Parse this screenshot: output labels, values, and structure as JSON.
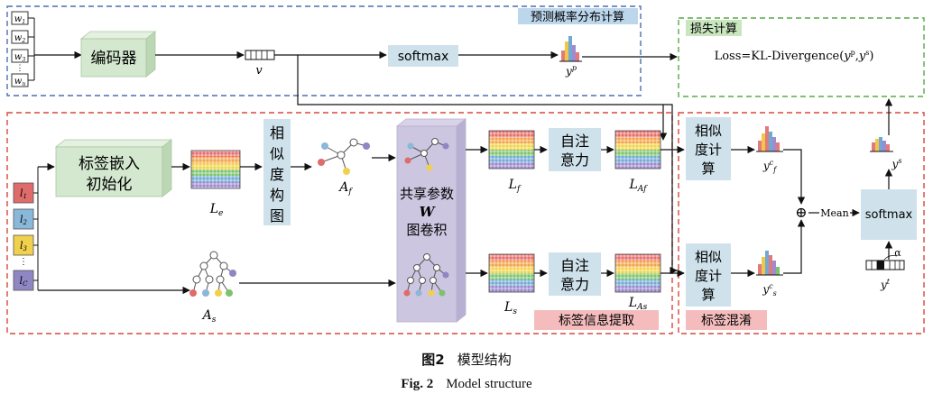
{
  "labels": {
    "word_tokens": [
      {
        "base": "w",
        "sub": "1"
      },
      {
        "base": "w",
        "sub": "2"
      },
      {
        "base": "w",
        "sub": "3"
      },
      {
        "base": "w",
        "sub": "n"
      }
    ],
    "encoder": "编码器",
    "v": "v",
    "softmax_top": "softmax",
    "pred_dist_title": "预测概率分布计算",
    "yp": {
      "base": "y",
      "sup": "p"
    },
    "loss_title": "损失计算",
    "loss_formula_prefix": "Loss=KL-Divergence(",
    "loss_formula_y1": "y",
    "loss_formula_sup1": "p",
    "loss_formula_sep": ",",
    "loss_formula_y2": "y",
    "loss_formula_sup2": "s",
    "loss_formula_suffix": ")",
    "label_tokens": [
      {
        "base": "l",
        "sub": "1"
      },
      {
        "base": "l",
        "sub": "2"
      },
      {
        "base": "l",
        "sub": "3"
      },
      {
        "base": "l",
        "sub": "C"
      }
    ],
    "vdots": "⋮",
    "label_embed_line1": "标签嵌入",
    "label_embed_line2": "初始化",
    "Le": {
      "base": "L",
      "sub": "e"
    },
    "similarity_chars": [
      "相",
      "似",
      "度",
      "构",
      "图"
    ],
    "Af": {
      "base": "A",
      "sub": "f"
    },
    "As": {
      "base": "A",
      "sub": "s"
    },
    "gcn_line1": "共享参数",
    "gcn_line2": "W",
    "gcn_line3": "图卷积",
    "Lf": {
      "base": "L",
      "sub": "f"
    },
    "Ls": {
      "base": "L",
      "sub": "s"
    },
    "self_attn_line1": "自注",
    "self_attn_line2": "意力",
    "LAf": {
      "base": "L",
      "sub": "Af"
    },
    "LAs": {
      "base": "L",
      "sub": "As"
    },
    "label_info_title": "标签信息提取",
    "sim_calc_line1": "相似",
    "sim_calc_line2": "度计",
    "sim_calc_line3": "算",
    "ycf": {
      "base": "y",
      "sup": "c",
      "sub": "f"
    },
    "ycs": {
      "base": "y",
      "sup": "c",
      "sub": "s"
    },
    "oplus": "⊕",
    "mean": "Mean",
    "softmax_right": "softmax",
    "ys": {
      "base": "y",
      "sup": "s"
    },
    "yt": {
      "base": "y",
      "sup": "t"
    },
    "alpha": "α",
    "label_mix_title": "标签混淆"
  },
  "caption": {
    "cn_num": "图2",
    "cn_text": "模型结构",
    "en_num": "Fig.  2",
    "en_text": "Model structure"
  },
  "colors": {
    "blue_dash": "#4a6fb5",
    "green_dash": "#5aa84a",
    "red_dash": "#d9483b",
    "green_box": "#d3e8cf",
    "blue_box": "#cfe2ec",
    "pink_tag": "#f4bcbc",
    "blue_tag": "#bcd6ec",
    "green_tag": "#c9e6bf",
    "label_1": "#e06b6b",
    "label_2": "#8ab8d8",
    "label_3": "#f1d04d",
    "label_C": "#8f86c4"
  }
}
